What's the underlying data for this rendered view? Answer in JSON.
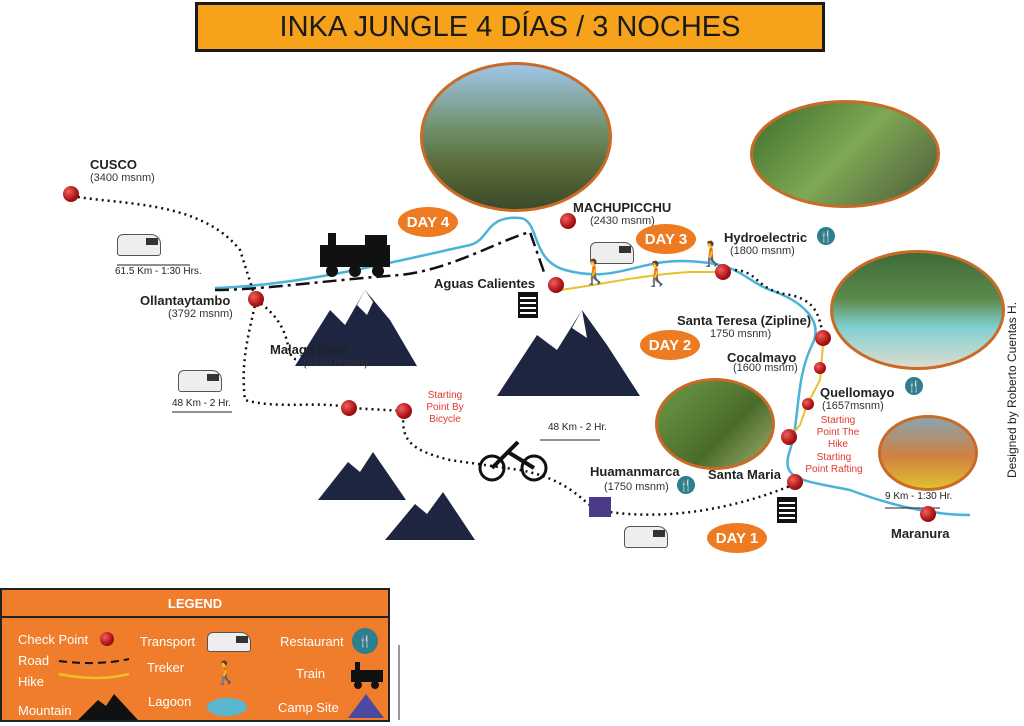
{
  "title": "INKA JUNGLE 4 DÍAS / 3 NOCHES",
  "places": {
    "cusco": {
      "name": "CUSCO",
      "alt": "(3400 msnm)"
    },
    "ollantaytambo": {
      "name": "Ollantaytambo",
      "alt": "(3792 msnm)"
    },
    "malaga": {
      "name": "Malaga Pass",
      "alt": "(4350 msnm)"
    },
    "machupicchu": {
      "name": "MACHUPICCHU",
      "alt": "(2430 msnm)"
    },
    "aguas": {
      "name": "Aguas Calientes"
    },
    "hydro": {
      "name": "Hydroelectric",
      "alt": "(1800 msnm)"
    },
    "teresa": {
      "name": "Santa Teresa (Zipline)",
      "alt": "1750 msnm)"
    },
    "cocalmayo": {
      "name": "Cocalmayo",
      "alt": "(1600 msnm)"
    },
    "quellomayo": {
      "name": "Quellomayo",
      "alt": "(1657msnm)"
    },
    "huamanmarca": {
      "name": "Huamanmarca",
      "alt": "(1750 msnm)"
    },
    "santamaria": {
      "name": "Santa Maria"
    },
    "maranura": {
      "name": "Maranura"
    }
  },
  "notes": {
    "bicycle": "Starting Point By Bicycle",
    "hike": "Starting Point The Hike",
    "rafting": "Starting Point Rafting"
  },
  "distances": {
    "cusco_ollanta": "61.5 Km - 1:30 Hrs.",
    "ollanta_malaga": "48 Km - 2 Hr.",
    "bike": "48 Km - 2 Hr.",
    "maranura": "9 Km - 1:30 Hr."
  },
  "days": [
    "DAY 1",
    "DAY 2",
    "DAY 3",
    "DAY 4"
  ],
  "credit": "Designed by Roberto Cuentas H.",
  "legend": {
    "title": "LEGEND",
    "items": [
      "Check Point",
      "Road",
      "Hike",
      "Mountain",
      "Transport",
      "Treker",
      "Lagoon",
      "Restaurant",
      "Train",
      "Camp Site"
    ]
  },
  "colors": {
    "river": "#4ab3d8",
    "hike": "#e8c22a",
    "orange": "#ef7d2b",
    "title_bg": "#f7a21b"
  }
}
